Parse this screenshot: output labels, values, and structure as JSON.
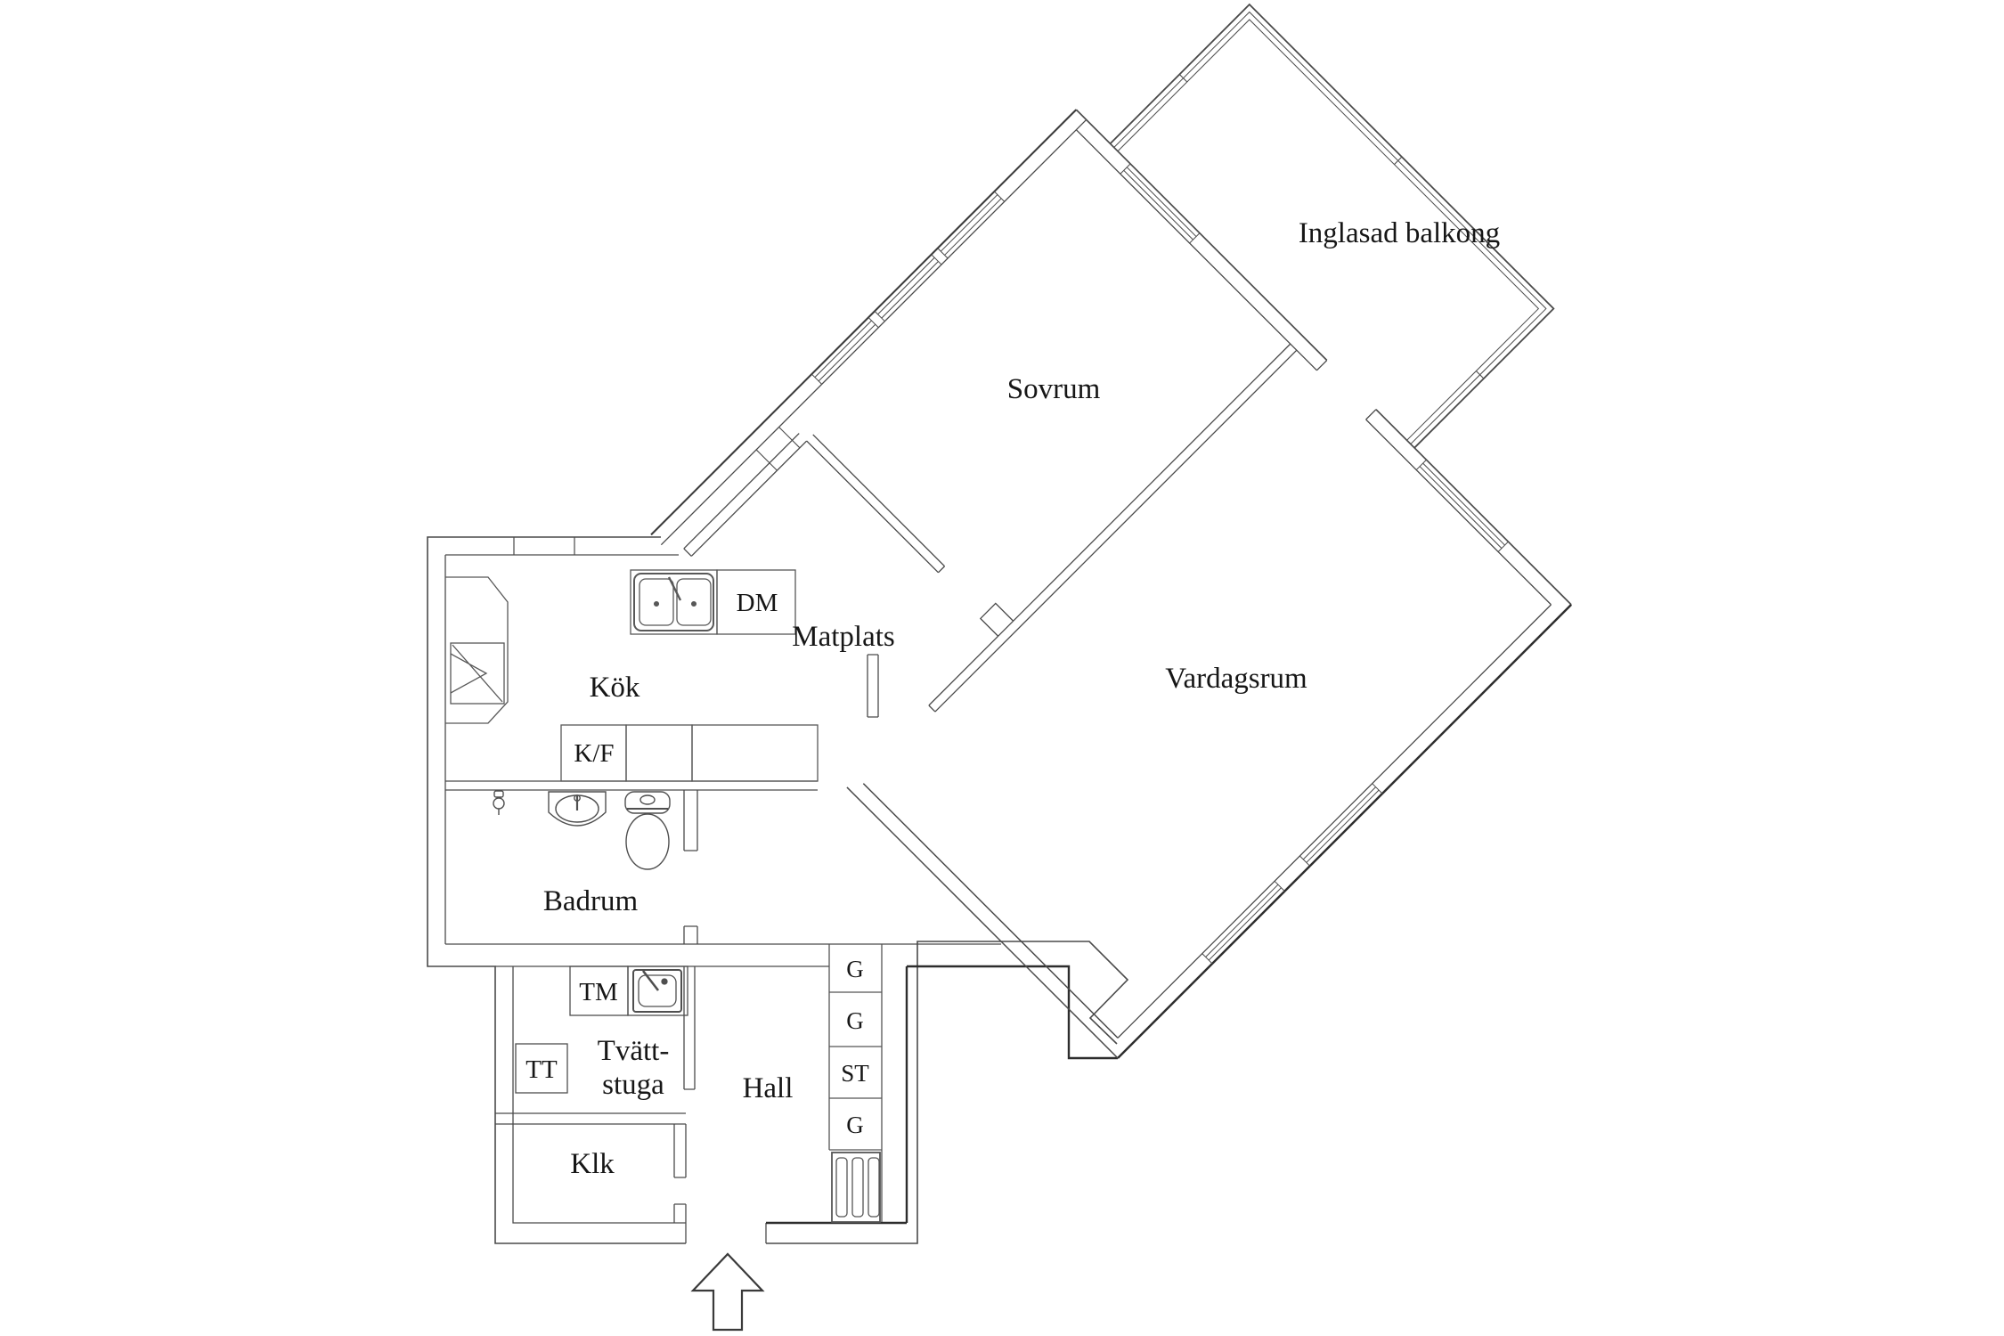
{
  "rooms": {
    "balcony": "Inglasad balkong",
    "bedroom": "Sovrum",
    "dining": "Matplats",
    "living": "Vardagsrum",
    "kitchen": "Kök",
    "bathroom": "Badrum",
    "laundry": {
      "line1": "Tvätt-",
      "line2": "stuga"
    },
    "hall": "Hall",
    "closet": "Klk"
  },
  "appliances": {
    "dishwasher": "DM",
    "fridge_freezer": "K/F",
    "washing_machine": "TM",
    "tumble_dryer": "TT"
  },
  "wardrobes": [
    "G",
    "G",
    "ST",
    "G"
  ]
}
